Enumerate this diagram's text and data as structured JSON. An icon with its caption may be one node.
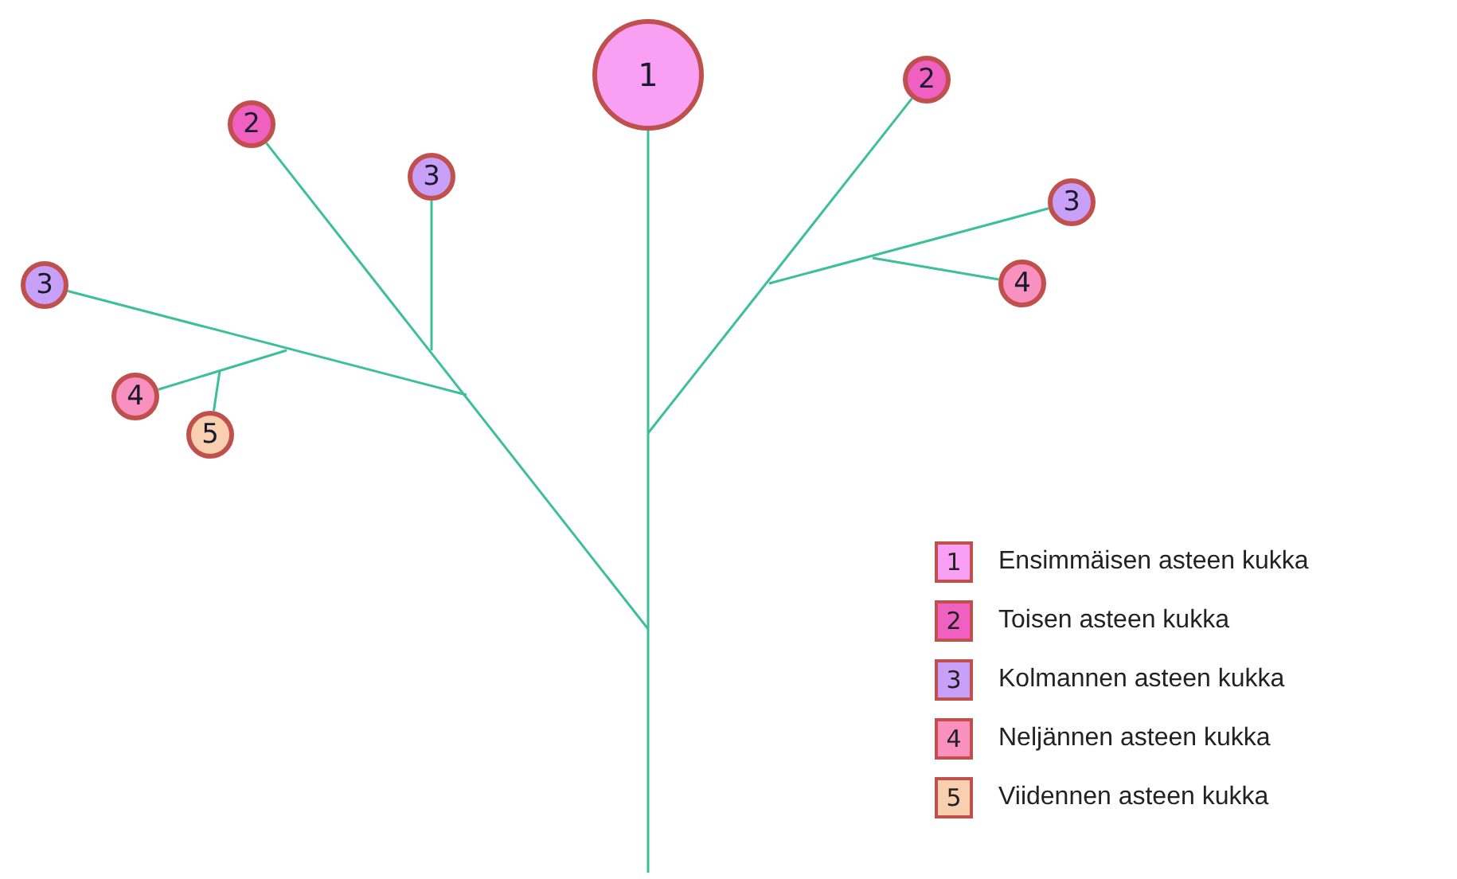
{
  "diagram": {
    "nodes": [
      {
        "text": [
          "1"
        ]
      },
      {
        "text": [
          "2"
        ]
      },
      {
        "text": [
          "2"
        ]
      },
      {
        "text": [
          "3"
        ]
      },
      {
        "text": [
          "3"
        ]
      },
      {
        "text": [
          "3"
        ]
      },
      {
        "text": [
          "4"
        ]
      },
      {
        "text": [
          "4"
        ]
      },
      {
        "text": [
          "5"
        ]
      }
    ],
    "edges": [
      {
        "from": null,
        "to": 0,
        "arrow": "none"
      },
      {
        "from": null,
        "to": 1,
        "arrow": "none"
      },
      {
        "from": null,
        "to": 2,
        "arrow": "none"
      },
      {
        "from": null,
        "to": 3,
        "arrow": "none"
      },
      {
        "from": null,
        "to": 4,
        "arrow": "none"
      },
      {
        "from": null,
        "to": 5,
        "arrow": "none"
      },
      {
        "from": null,
        "to": 6,
        "arrow": "none"
      },
      {
        "from": null,
        "to": 7,
        "arrow": "none"
      },
      {
        "from": null,
        "to": 8,
        "arrow": "none"
      }
    ],
    "labels": [
      "1",
      "2",
      "3",
      "4",
      "5"
    ],
    "legend": [
      {
        "text": "Ensimmäisen asteen kukka",
        "color": "#f9a0f4"
      },
      {
        "text": "Toisen asteen kukka",
        "color": "#f060c0"
      },
      {
        "text": "Kolmannen asteen kukka",
        "color": "#c8a0f8"
      },
      {
        "text": "Neljännen asteen kukka",
        "color": "#f890c0"
      },
      {
        "text": "Viidennen asteen kukka",
        "color": "#f8d0b0"
      }
    ]
  }
}
